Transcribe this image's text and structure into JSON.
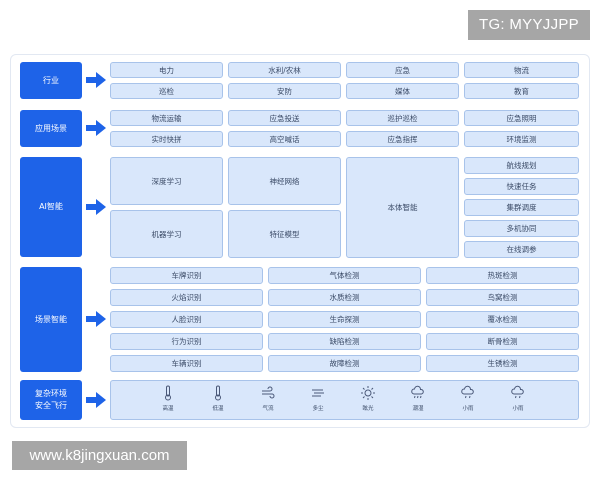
{
  "watermarks": {
    "top_right": "TG: MYYJJPP",
    "bottom_left": "www.k8jingxuan.com"
  },
  "colors": {
    "label_bg": "#1e63e8",
    "cell_bg": "#d9e7fb",
    "cell_border": "#a8c3ea",
    "arrow": "#1e63e8",
    "watermark_bg": "#a6a6a6"
  },
  "rows": {
    "industry": {
      "label": "行业",
      "cells": [
        "电力",
        "水利/农林",
        "应急",
        "物流",
        "巡检",
        "安防",
        "媒体",
        "教育"
      ]
    },
    "scenario": {
      "label": "应用场景",
      "cells": [
        "物流运输",
        "应急投送",
        "巡护巡检",
        "应急照明",
        "实时快拼",
        "高空喊话",
        "应急指挥",
        "环境监测"
      ]
    },
    "ai": {
      "label": "AI智能",
      "big": [
        "深度学习",
        "神经网络",
        "机器学习",
        "特征模型"
      ],
      "center": "本体智能",
      "right": [
        "航线规划",
        "快速任务",
        "集群调度",
        "多机协同",
        "在线调参"
      ]
    },
    "scene_intel": {
      "label": "场景智能",
      "col1": [
        "车牌识别",
        "火焰识别",
        "人脸识别",
        "行为识别",
        "车辆识别"
      ],
      "col2": [
        "气体检测",
        "水质检测",
        "生命探测",
        "缺陷检测",
        "故障检测"
      ],
      "col3": [
        "热斑检测",
        "鸟窝检测",
        "覆冰检测",
        "断骨检测",
        "生锈检测"
      ]
    },
    "environment": {
      "label": "复杂环境\n安全飞行",
      "items": [
        {
          "icon": "thermometer-icon",
          "label": "高温"
        },
        {
          "icon": "thermometer-icon",
          "label": "低温"
        },
        {
          "icon": "wind-icon",
          "label": "气流"
        },
        {
          "icon": "dust-icon",
          "label": "多尘"
        },
        {
          "icon": "sun-glare-icon",
          "label": "眩光"
        },
        {
          "icon": "cloud-rain-icon",
          "label": "潮湿"
        },
        {
          "icon": "cloud-rain-icon",
          "label": "小雨"
        },
        {
          "icon": "cloud-rain-icon",
          "label": "小雨"
        }
      ]
    }
  }
}
